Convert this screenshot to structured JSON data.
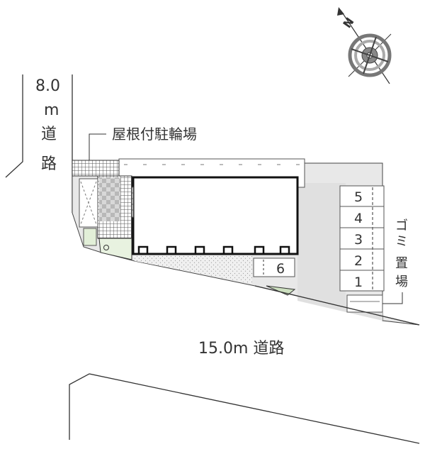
{
  "roads": {
    "left": {
      "width_chars": [
        "8.0",
        "m",
        "道",
        "路"
      ]
    },
    "bottom": {
      "label": "15.0m 道路"
    }
  },
  "bike_parking": {
    "label": "屋根付駐輪場"
  },
  "garbage": {
    "label_chars": [
      "ゴ",
      "ミ",
      "置",
      "場"
    ]
  },
  "parking": {
    "spaces": [
      "5",
      "4",
      "3",
      "2",
      "1"
    ],
    "extra_space": "6"
  },
  "compass": {
    "north_label": "N",
    "icon": "compass-rose-icon"
  },
  "colors": {
    "line": "#222222",
    "road_edge": "#333333",
    "lot_gray": "#e5e5e5",
    "building": "#ffffff",
    "green": "#e8f2e0",
    "hatch": "#555555"
  }
}
